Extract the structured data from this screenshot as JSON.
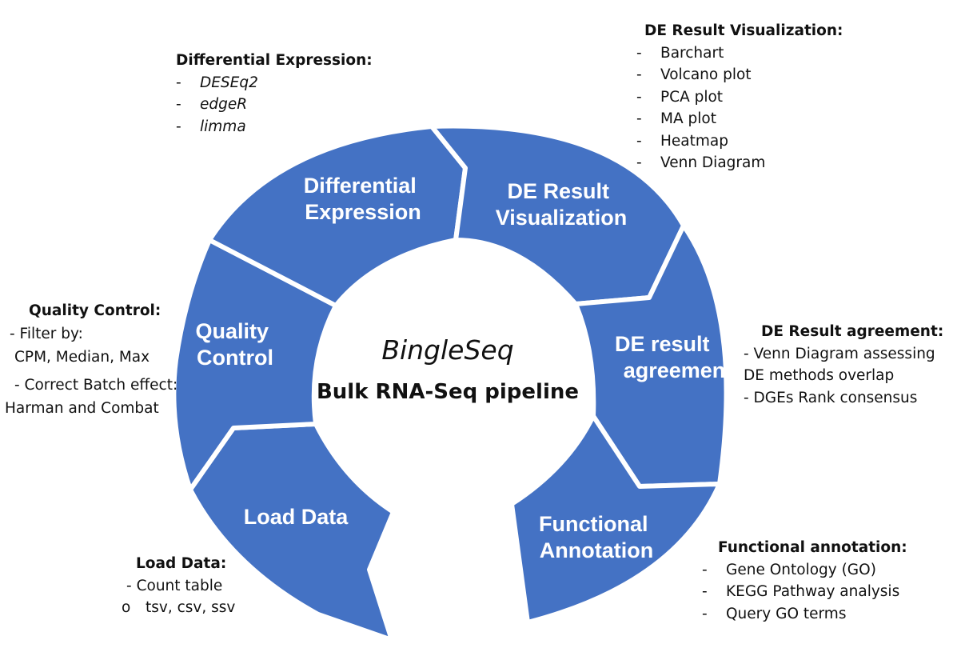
{
  "center": {
    "title": "BingleSeq",
    "subtitle": "Bulk RNA-Seq pipeline"
  },
  "colors": {
    "segment_fill": "#4472C4",
    "segment_text": "#ffffff",
    "background": "#ffffff",
    "text": "#111111"
  },
  "segments": {
    "load_data": [
      "Load Data"
    ],
    "quality_control": [
      "Quality",
      "Control"
    ],
    "differential_expression": [
      "Differential",
      "Expression"
    ],
    "de_result_visualization": [
      "DE Result",
      "Visualization"
    ],
    "de_result_agreement": [
      "DE result",
      "agreement"
    ],
    "functional_annotation": [
      "Functional",
      "Annotation"
    ]
  },
  "annotations": {
    "differential_expression": {
      "heading": "Differential Expression:",
      "items": [
        {
          "marker": "-",
          "text": "DESEq2"
        },
        {
          "marker": "-",
          "text": "edgeR"
        },
        {
          "marker": "-",
          "text": "limma"
        }
      ]
    },
    "de_result_visualization": {
      "heading": "DE Result Visualization:",
      "items": [
        {
          "marker": "-",
          "text": "Barchart"
        },
        {
          "marker": "-",
          "text": "Volcano plot"
        },
        {
          "marker": "-",
          "text": "PCA plot"
        },
        {
          "marker": "-",
          "text": "MA plot"
        },
        {
          "marker": "-",
          "text": "Heatmap"
        },
        {
          "marker": "-",
          "text": "Venn Diagram"
        }
      ]
    },
    "quality_control": {
      "heading": "Quality Control:",
      "lines": [
        " - Filter by:",
        "CPM, Median, Max",
        "- Correct Batch effect:",
        "Harman and Combat"
      ]
    },
    "de_result_agreement": {
      "heading": "DE Result agreement:",
      "lines": [
        "- Venn Diagram assessing",
        "DE methods overlap",
        "- DGEs Rank consensus"
      ]
    },
    "functional_annotation": {
      "heading": "Functional annotation:",
      "items": [
        {
          "marker": "-",
          "text": "Gene Ontology (GO)"
        },
        {
          "marker": "-",
          "text": "KEGG Pathway analysis"
        },
        {
          "marker": "-",
          "text": "Query GO terms"
        }
      ]
    },
    "load_data": {
      "heading": "Load Data:",
      "items": [
        {
          "marker": "-",
          "text": "Count table"
        },
        {
          "marker": "o",
          "text": "tsv, csv, ssv"
        }
      ]
    }
  }
}
